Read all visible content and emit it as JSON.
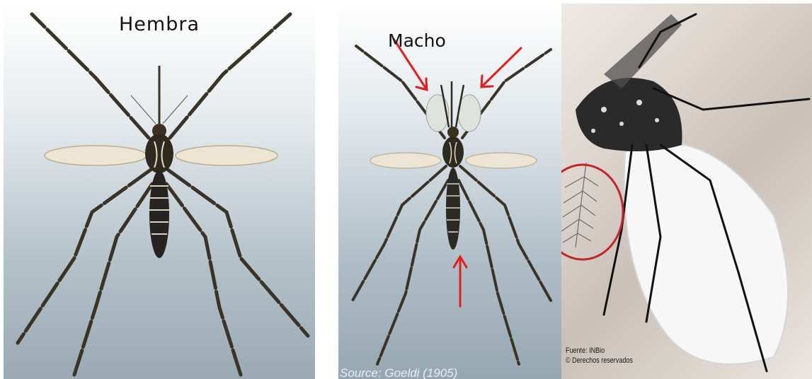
{
  "panels": {
    "female": {
      "title": "Hembra"
    },
    "male": {
      "title": "Macho",
      "source": "Source: Goeldi (1905)"
    },
    "photo": {
      "credit_line1": "Fuente:  INBio",
      "credit_line2": "© Derechos reservados"
    }
  },
  "colors": {
    "annotation": "#e02020",
    "circle": "#c0262c",
    "body": "#2b2a24"
  }
}
